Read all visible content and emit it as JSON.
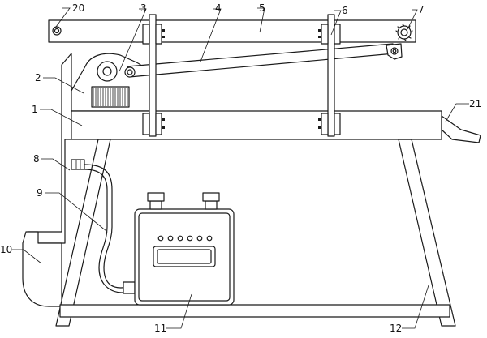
{
  "labels": {
    "l1": "1",
    "l2": "2",
    "l3": "3",
    "l4": "4",
    "l5": "5",
    "l6": "6",
    "l7": "7",
    "l8": "8",
    "l9": "9",
    "l10": "10",
    "l11": "11",
    "l12": "12",
    "l20": "20",
    "l21": "21"
  }
}
